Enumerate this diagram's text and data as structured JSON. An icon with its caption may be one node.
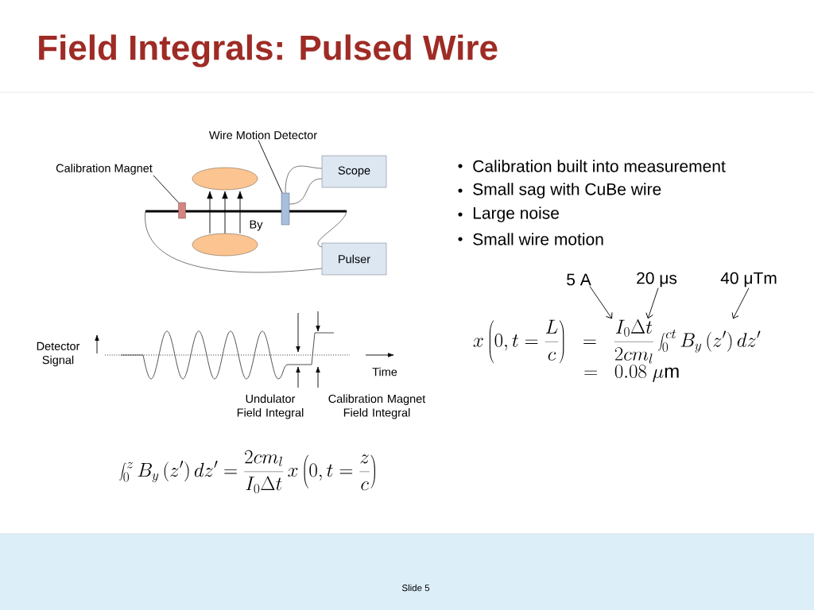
{
  "diagram": {
    "title": "Field Integrals: Pulsed Wire",
    "nodes": [
      {
        "text": [],
        "shape": "bar"
      },
      {
        "text": [
          "Calibration Magnet"
        ]
      },
      {
        "text": [],
        "shape": "box"
      },
      {
        "text": [],
        "shape": "ellipse"
      },
      {
        "text": [],
        "shape": "ellipse"
      },
      {
        "text": [
          "Wire Motion Detector"
        ]
      },
      {
        "text": [],
        "shape": "box"
      },
      {
        "text": [
          "Scope"
        ]
      },
      {
        "text": [
          "Pulser"
        ]
      },
      {
        "text": [
          "5 A"
        ]
      },
      {
        "text": [
          "20 μs"
        ]
      },
      {
        "text": [
          "40 μTm"
        ]
      },
      {
        "text": [
          "x\\left(0,t=\\frac{L}{c}\\right)\\;\\;=\\;\\;\\frac{I_0\\Delta t}{2cm_l}\\int_0^{ct} B_y\\left(z'\\right)dz'"
        ]
      }
    ],
    "edges": [
      {
        "from": 1,
        "to": 2,
        "arrow": "none"
      },
      {
        "from": 4,
        "to": 3,
        "arrow": "to"
      },
      {
        "from": 4,
        "to": 3,
        "arrow": "to"
      },
      {
        "from": 4,
        "to": 3,
        "arrow": "to"
      },
      {
        "from": 5,
        "to": 6,
        "arrow": "none"
      },
      {
        "from": 6,
        "to": 7,
        "arrow": "none"
      },
      {
        "from": 6,
        "to": 7,
        "arrow": "none"
      },
      {
        "from": 8,
        "to": 0,
        "arrow": "none"
      },
      {
        "from": 8,
        "to": 0,
        "arrow": "none"
      },
      {
        "from": 9,
        "to": 12,
        "arrow": "to"
      },
      {
        "from": 10,
        "to": 12,
        "arrow": "to"
      },
      {
        "from": 11,
        "to": 12,
        "arrow": "to"
      }
    ],
    "labels": [
      "By",
      "Detector Signal",
      "Time",
      "Undulator Field Integral",
      "Calibration Magnet Field Integral",
      "\\int_0^z B_y\\left(z'\\right)dz' = \\frac{2cm_l}{I_0\\Delta t}\\,x\\left(0,t=\\frac{z}{c}\\right)",
      "Calibration built into measurement",
      "Small sag with CuBe wire",
      "Large noise",
      "Small wire motion",
      "=\\;\\;0.08\\ \\mu\\mathrm{m}",
      "Slide 5"
    ]
  }
}
